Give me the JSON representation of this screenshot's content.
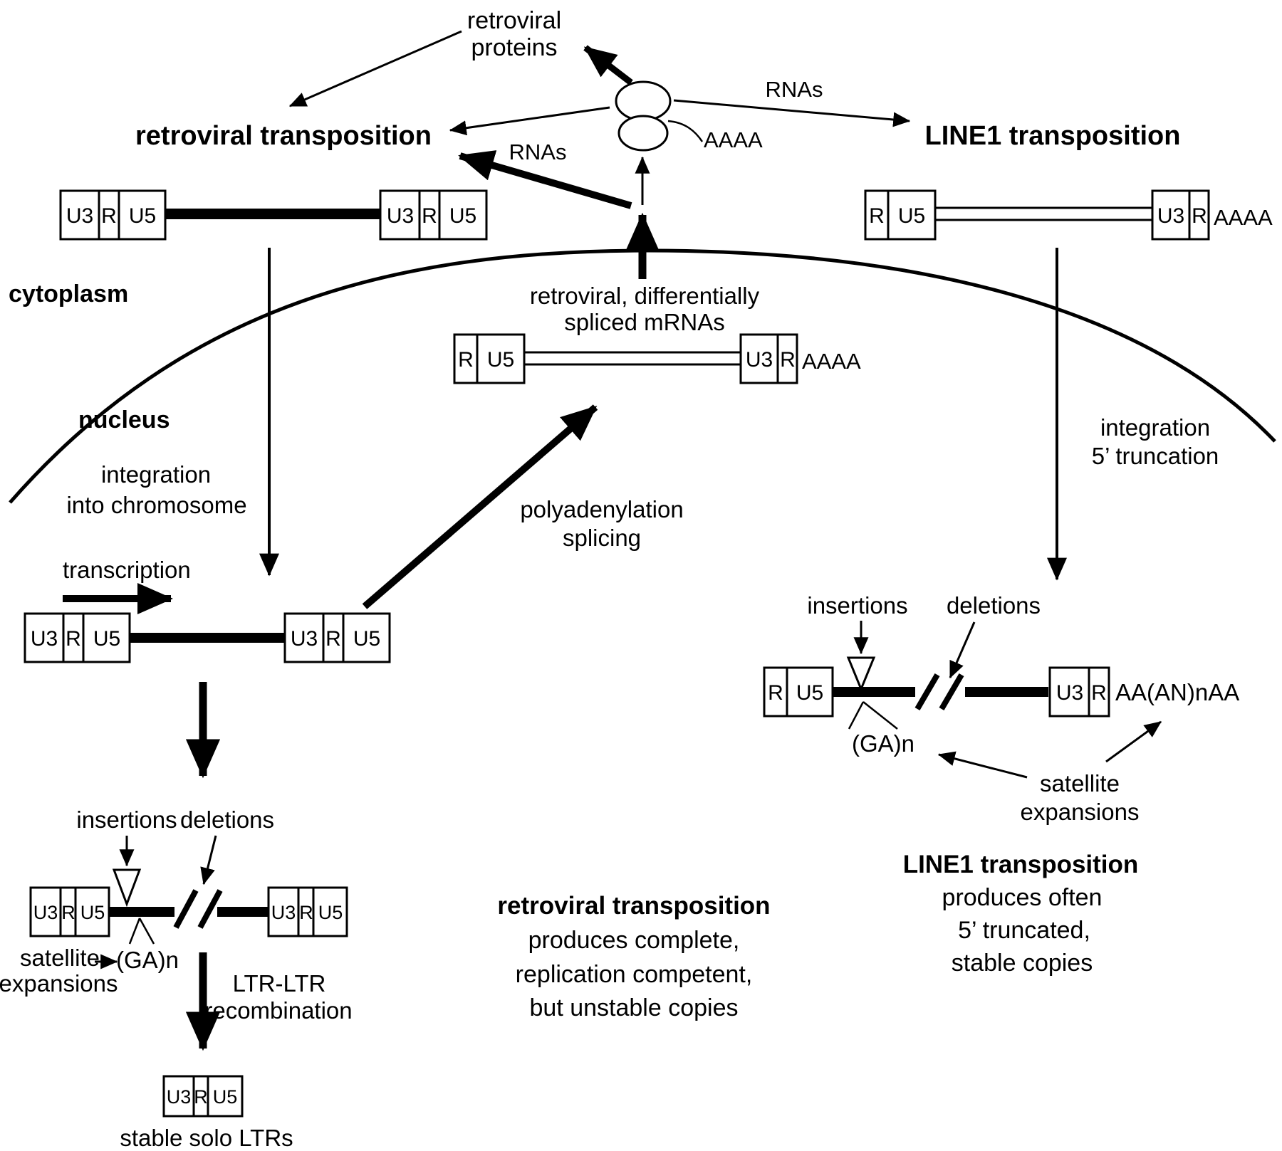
{
  "colors": {
    "ink": "#000000",
    "background": "#ffffff"
  },
  "headings": {
    "retroviral": "retroviral transposition",
    "line1": "LINE1 transposition"
  },
  "compartments": {
    "cytoplasm": "cytoplasm",
    "nucleus": "nucleus"
  },
  "ribosome_area": {
    "proteins_line1": "retroviral",
    "proteins_line2": "proteins",
    "rnas_right": "RNAs",
    "rnas_left": "RNAs",
    "polya": "AAAA"
  },
  "process_labels": {
    "integration_line1": "integration",
    "integration_line2": "into chromosome",
    "transcription": "transcription",
    "polyadenylation_line1": "polyadenylation",
    "polyadenylation_line2": "splicing",
    "spliced_line1": "retroviral, differentially",
    "spliced_line2": "spliced mRNAs",
    "line1_integration_line1": "integration",
    "line1_integration_line2": "5’ truncation",
    "recombination_line1": "LTR-LTR",
    "recombination_line2": "recombination"
  },
  "mutations_left": {
    "insertions": "insertions",
    "deletions": "deletions",
    "ga": "(GA)n",
    "satellite_line1": "satellite",
    "satellite_line2": "expansions"
  },
  "mutations_right": {
    "insertions": "insertions",
    "deletions": "deletions",
    "ga": "(GA)n",
    "satellite_line1": "satellite",
    "satellite_line2": "expansions",
    "target": "AA(AN)nAA"
  },
  "constructs": {
    "provirus_cytoplasm": {
      "boxes": [
        "U3",
        "R",
        "U5",
        "U3",
        "R",
        "U5"
      ]
    },
    "line1_rna": {
      "boxes": [
        "R",
        "U5",
        "U3",
        "R"
      ],
      "polya": "AAAA"
    },
    "spliced_rna": {
      "boxes": [
        "R",
        "U5",
        "U3",
        "R"
      ],
      "polya": "AAAA"
    },
    "provirus_nucleus": {
      "boxes": [
        "U3",
        "R",
        "U5",
        "U3",
        "R",
        "U5"
      ]
    },
    "mutated_provirus": {
      "boxes": [
        "U3",
        "R",
        "U5",
        "U3",
        "R",
        "U5"
      ]
    },
    "mutated_line1": {
      "boxes": [
        "R",
        "U5",
        "U3",
        "R"
      ]
    },
    "solo_ltr": {
      "boxes": [
        "U3",
        "R",
        "U5"
      ],
      "caption": "stable solo LTRs"
    }
  },
  "outcomes": {
    "retroviral": {
      "lines": [
        "retroviral transposition",
        "produces complete,",
        "replication competent,",
        "but unstable copies"
      ]
    },
    "line1": {
      "lines": [
        "LINE1 transposition",
        "produces often",
        "5’ truncated,",
        "stable copies"
      ]
    }
  }
}
